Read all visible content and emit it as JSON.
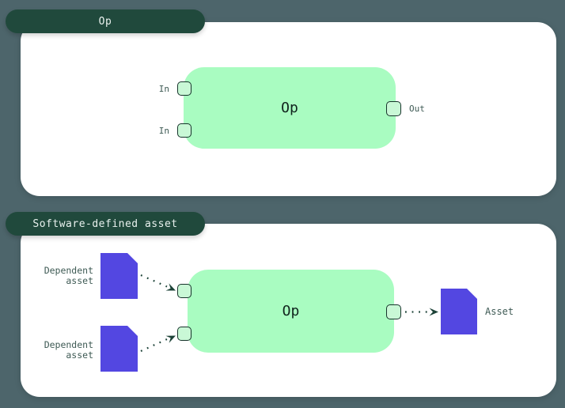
{
  "colors": {
    "background": "#4D656B",
    "tab_background": "#20493C",
    "tab_text": "#E9F1EE",
    "panel_background": "#FFFFFF",
    "node_fill": "#A9FCC1",
    "node_text": "#10231D",
    "port_fill": "#C9F8D6",
    "port_border": "#17332B",
    "asset_fill": "#5347E1",
    "label_text": "#3E5A54",
    "arrow": "#1C4237"
  },
  "op_panel": {
    "tab_label": "Op",
    "node": {
      "label": "Op",
      "inputs": [
        {
          "label": "In"
        },
        {
          "label": "In"
        }
      ],
      "output": {
        "label": "Out"
      }
    }
  },
  "sda_panel": {
    "tab_label": "Software-defined asset",
    "dependent_assets": [
      {
        "label": "Dependent asset"
      },
      {
        "label": "Dependent asset"
      }
    ],
    "node": {
      "label": "Op"
    },
    "output_asset": {
      "label": "Asset"
    }
  }
}
